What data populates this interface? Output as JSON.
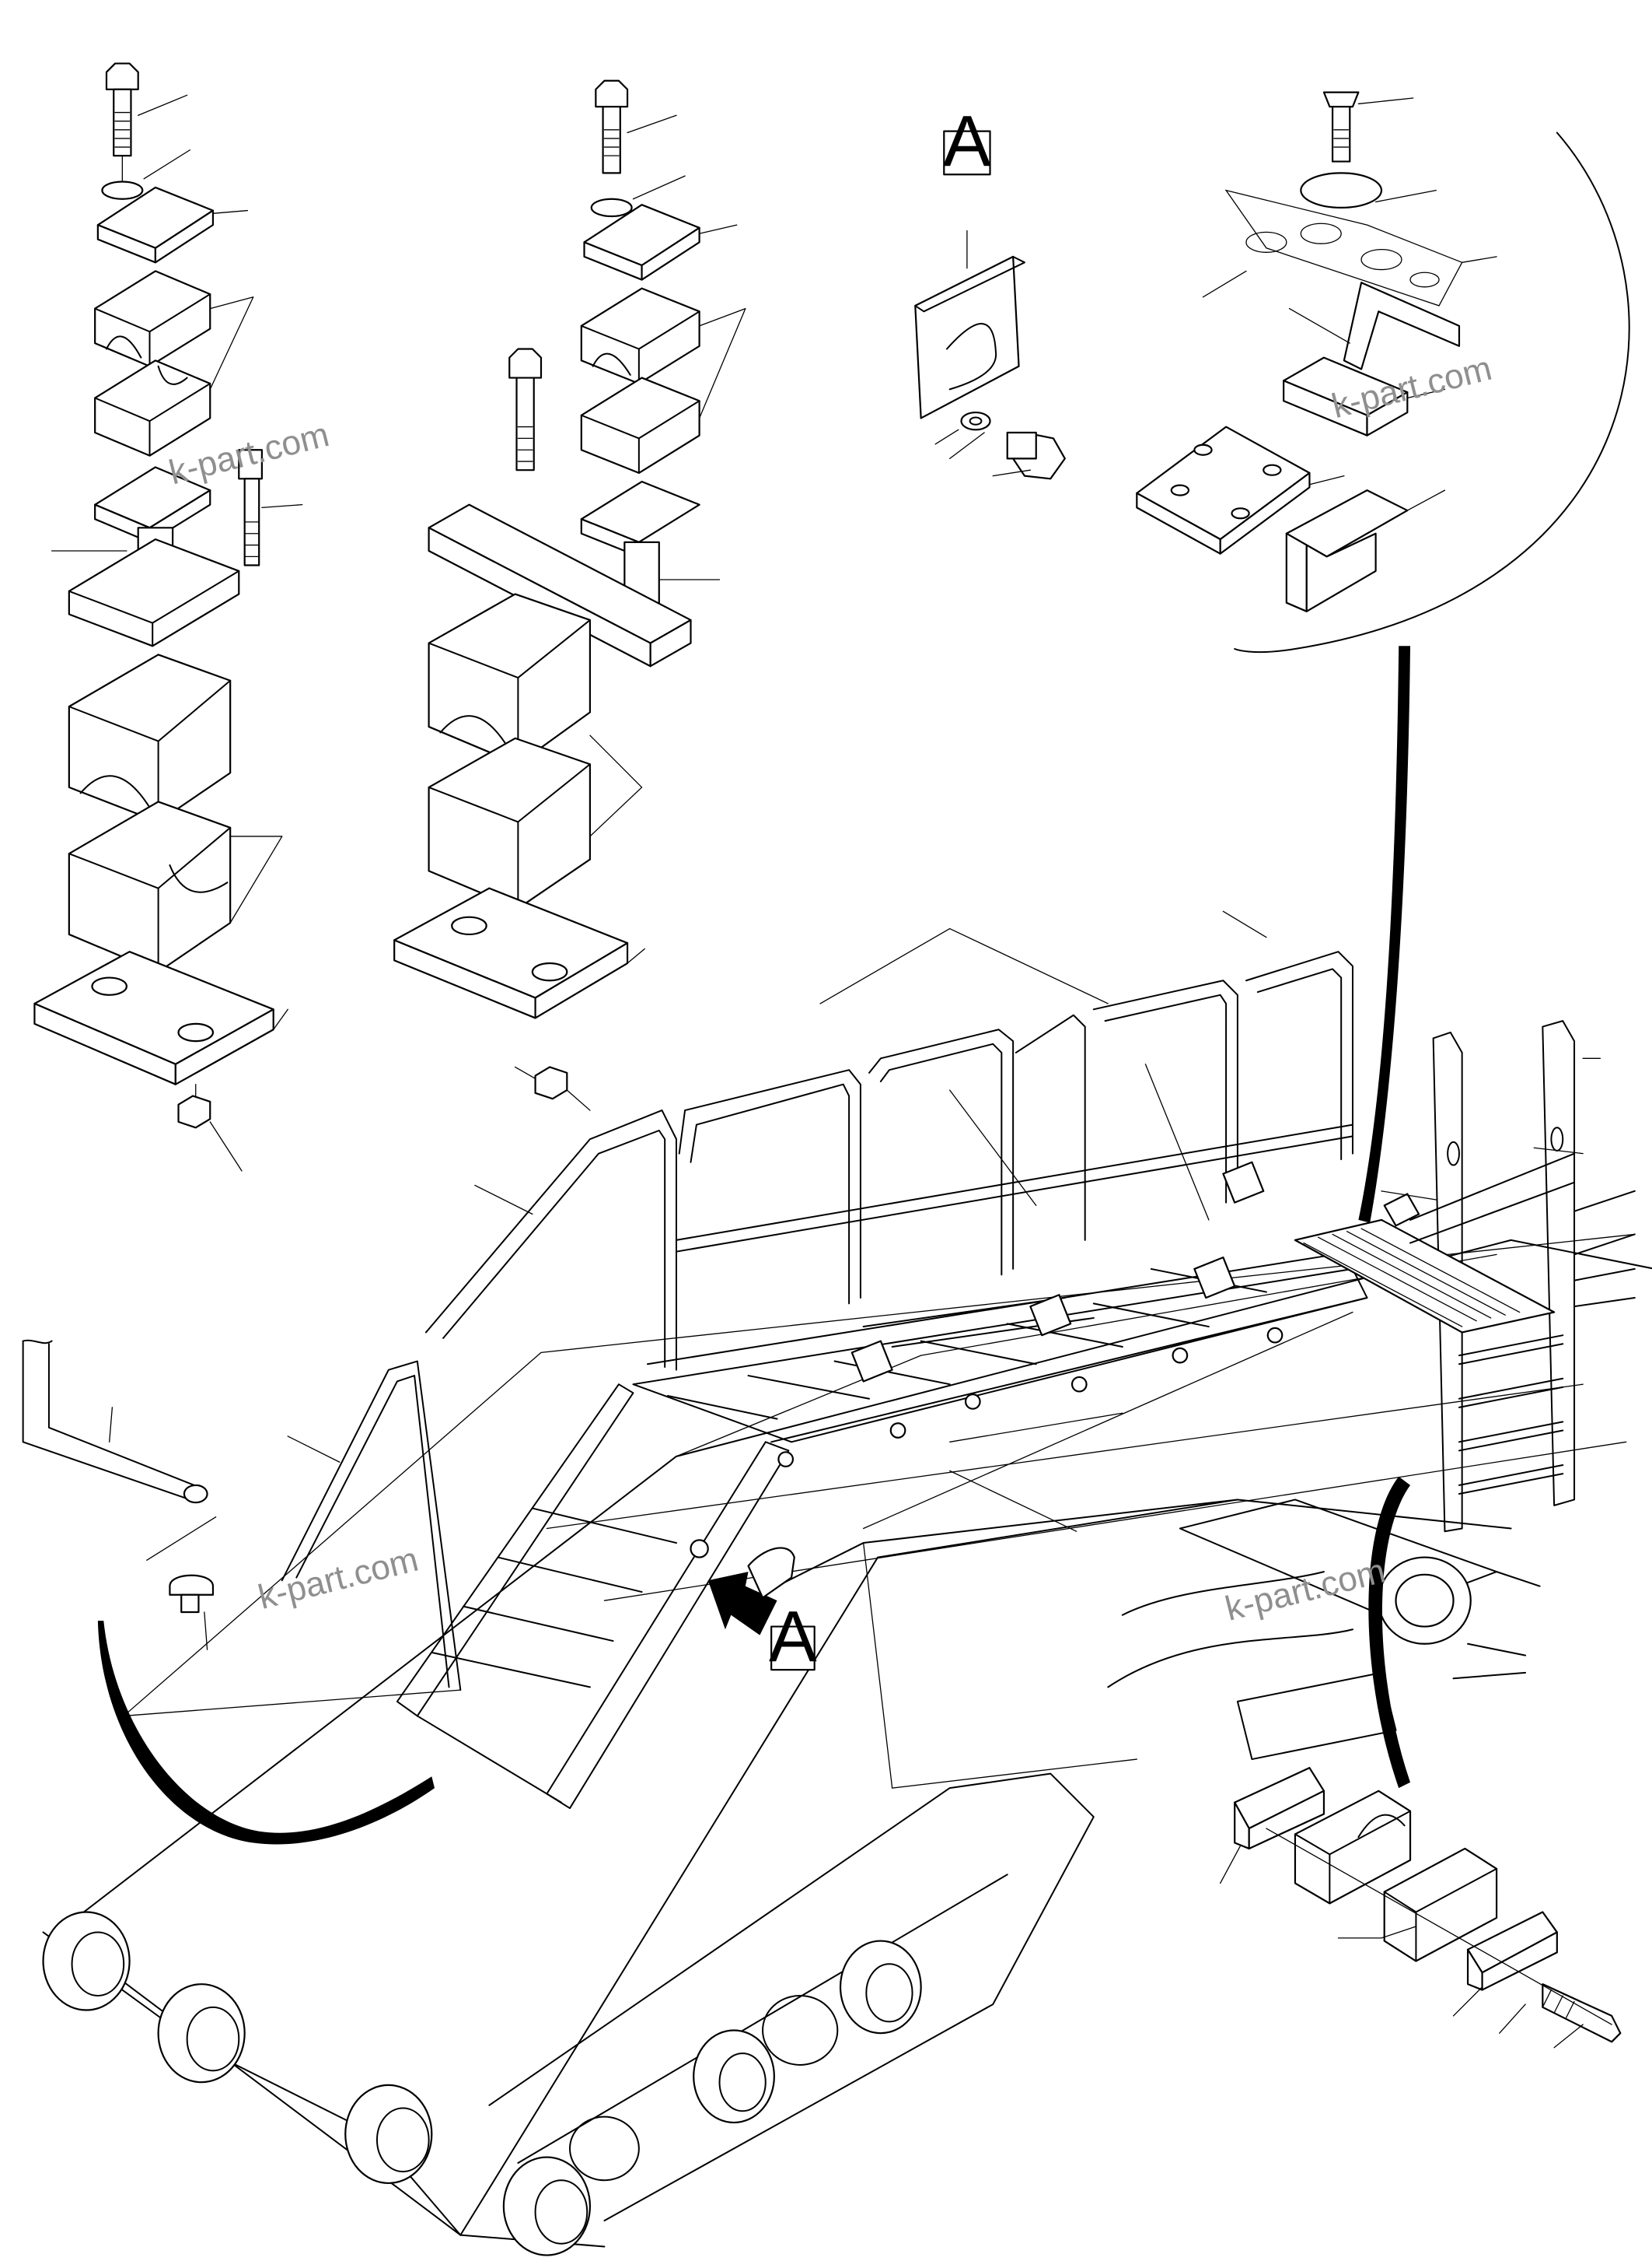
{
  "callouts": {
    "top": "A",
    "bottom": "A"
  },
  "watermark": "k-part.com",
  "colors": {
    "line": "#000000",
    "background": "#ffffff",
    "watermark": "#8f8f8f"
  }
}
